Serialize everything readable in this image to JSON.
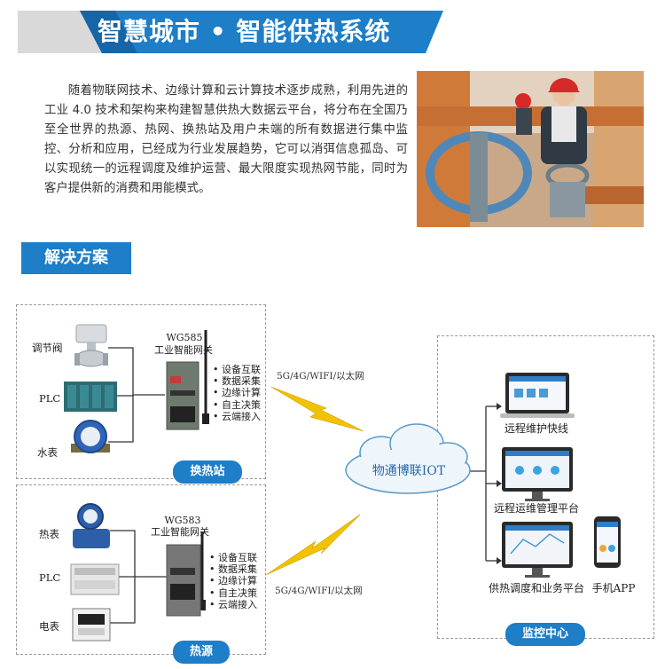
{
  "header": {
    "title": "智慧城市 • 智能供热系统"
  },
  "intro": {
    "paragraph": "随着物联网技术、边缘计算和云计算技术逐步成熟，利用先进的工业 4.0 技术和架构来构建智慧供热大数据云平台，将分布在全国乃至全世界的热源、热网、换热站及用户未端的所有数据进行集中监控、分析和应用，已经成为行业发展趋势，它可以消弭信息孤岛、可以实现统一的远程调度及维护运营、最大限度实现热网节能，同时为客户提供新的消费和用能模式。"
  },
  "section": {
    "title": "解决方案"
  },
  "diagram": {
    "station": {
      "devices": [
        "调节阀",
        "PLC",
        "水表"
      ],
      "gateway_model": "WG585",
      "gateway_name": "工业智能网关",
      "features": [
        "• 设备互联",
        "• 数据采集",
        "• 边缘计算",
        "• 自主决策",
        "• 云端接入"
      ],
      "label": "换热站"
    },
    "source": {
      "devices": [
        "热表",
        "PLC",
        "电表"
      ],
      "gateway_model": "WG583",
      "gateway_name": "工业智能网关",
      "features": [
        "• 设备互联",
        "• 数据采集",
        "• 边缘计算",
        "• 自主决策",
        "• 云端接入"
      ],
      "label": "热源"
    },
    "network_label_top": "5G/4G/WIFI/以太网",
    "network_label_bottom": "5G/4G/WIFI/以太网",
    "cloud_label": "物通博联IOT",
    "monitor": {
      "items": [
        "远程维护快线",
        "远程运维管理平台",
        "供热调度和业务平台",
        "手机APP"
      ],
      "label": "监控中心"
    }
  },
  "colors": {
    "accent": "#1e7ec8",
    "banner_dark": "#1565a8",
    "lightning": "#f2c200"
  }
}
